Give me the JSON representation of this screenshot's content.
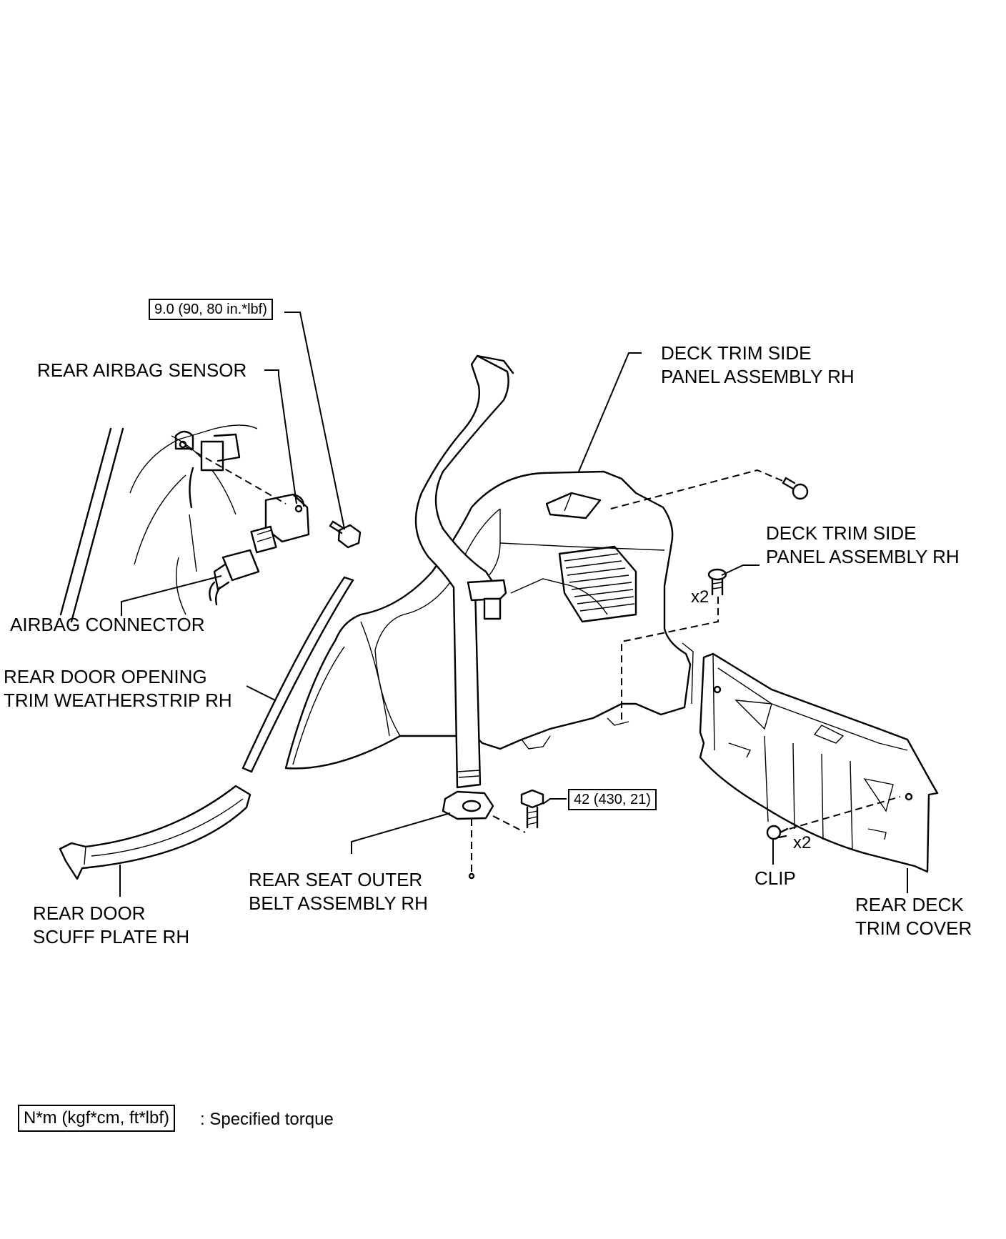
{
  "labels": {
    "rear_airbag_sensor": "REAR AIRBAG SENSOR",
    "airbag_connector": "AIRBAG CONNECTOR",
    "weatherstrip_l1": "REAR DOOR OPENING",
    "weatherstrip_l2": "TRIM WEATHERSTRIP RH",
    "scuff_l1": "REAR DOOR",
    "scuff_l2": "SCUFF PLATE RH",
    "belt_l1": "REAR SEAT OUTER",
    "belt_l2": "BELT ASSEMBLY RH",
    "deck_top_l1": "DECK TRIM SIDE",
    "deck_top_l2": "PANEL ASSEMBLY RH",
    "deck_mid_l1": "DECK TRIM SIDE",
    "deck_mid_l2": "PANEL ASSEMBLY RH",
    "clip": "CLIP",
    "cover_l1": "REAR DECK",
    "cover_l2": "TRIM COVER"
  },
  "torques": {
    "sensor_bolt": "9.0 (90, 80 in.*lbf)",
    "belt_bolt": "42 (430, 21)"
  },
  "quantities": {
    "screw": "x2",
    "clip": "x2"
  },
  "legend": {
    "box_text": "N*m (kgf*cm, ft*lbf)",
    "description": ": Specified torque"
  }
}
